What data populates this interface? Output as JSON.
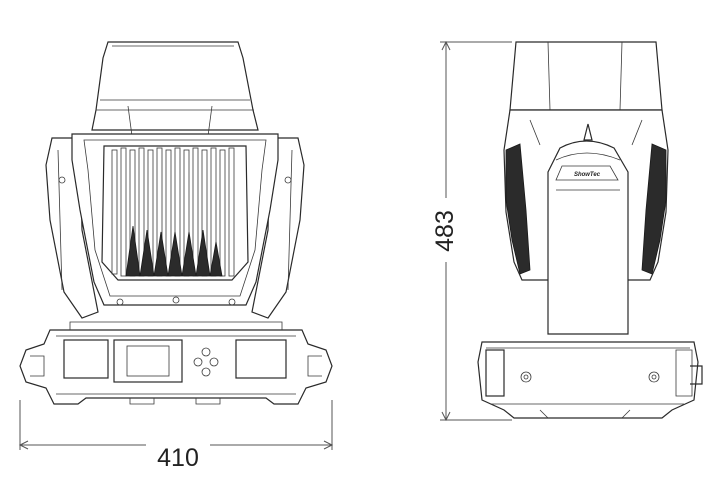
{
  "dimensions": {
    "width_label": "410",
    "height_label": "483"
  },
  "brand": {
    "logo_text": "ShowTec"
  },
  "colors": {
    "line": "#2a2a2a",
    "background": "#ffffff"
  }
}
